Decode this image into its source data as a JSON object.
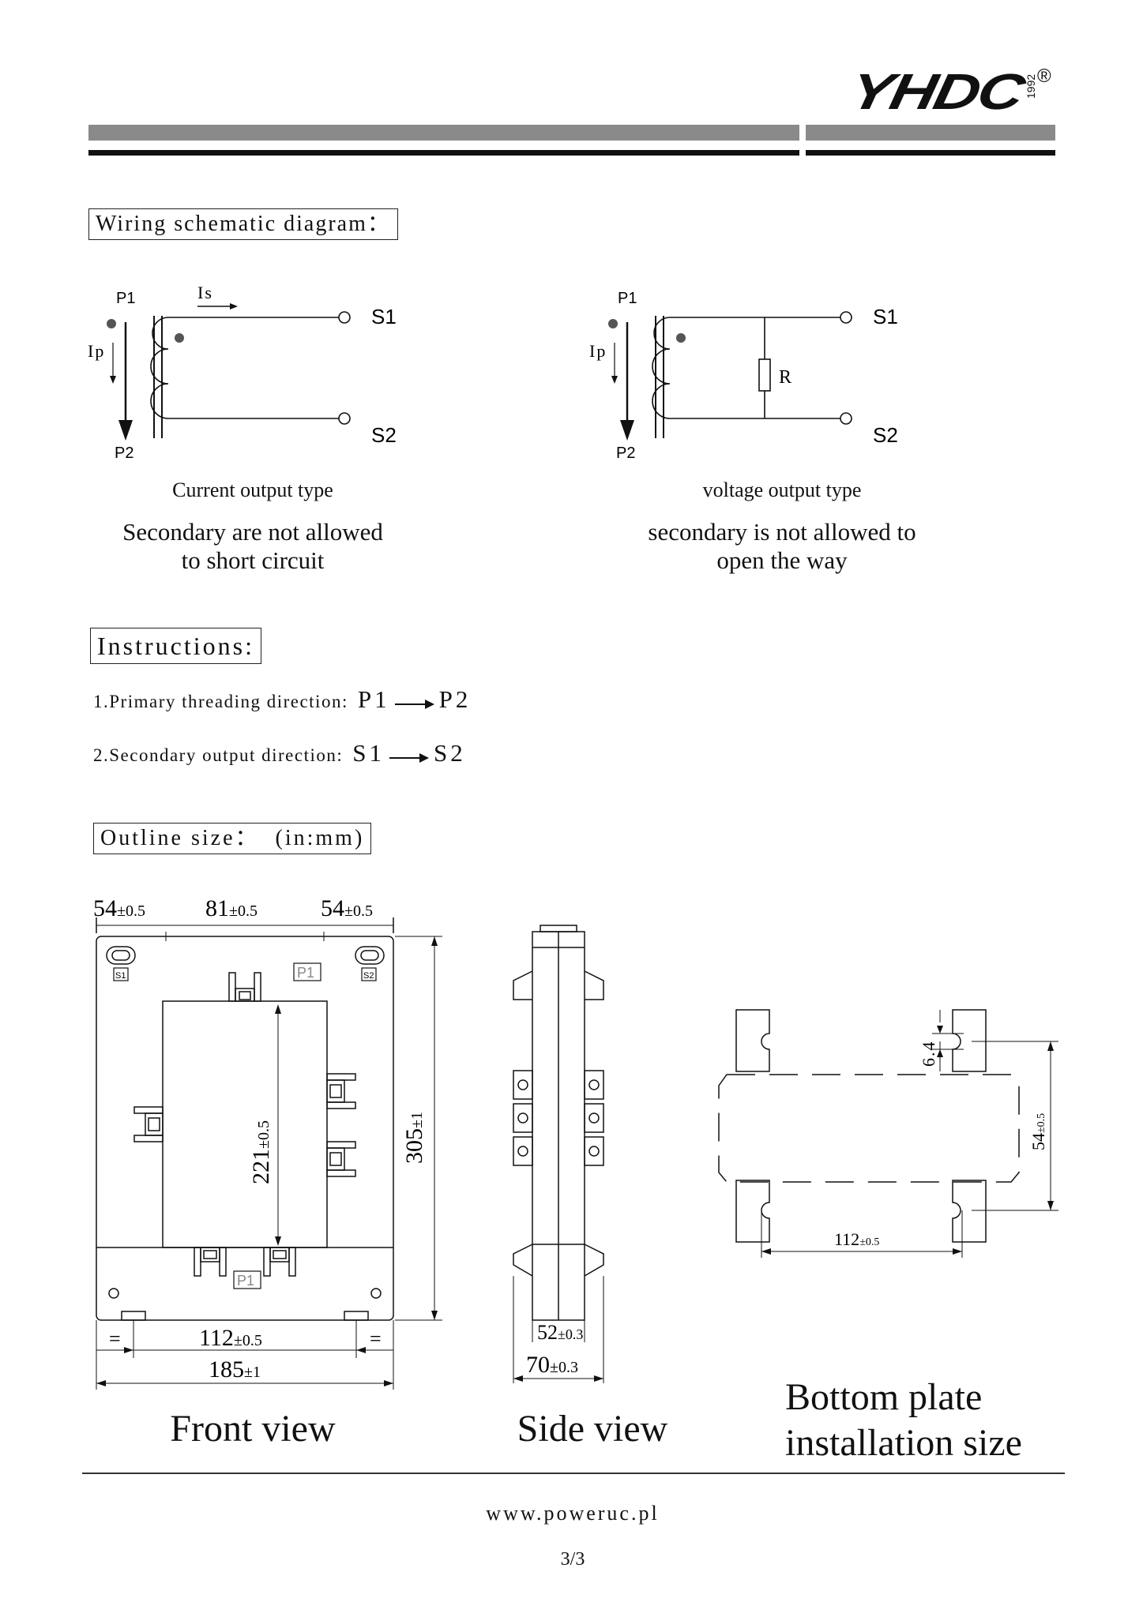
{
  "header": {
    "logo_text": "YHDC",
    "logo_year": "1992",
    "registered_mark": "®",
    "bar_color_gray": "#8a8a8a",
    "bar_color_black": "#111111"
  },
  "wiring": {
    "section_label": "Wiring schematic diagram：",
    "current": {
      "p1": "P1",
      "p2": "P2",
      "is": "Is",
      "ip": "Ip",
      "s1": "S1",
      "s2": "S2",
      "type_label": "Current output type",
      "note_line1": "Secondary are not allowed",
      "note_line2": "to short circuit"
    },
    "voltage": {
      "p1": "P1",
      "p2": "P2",
      "ip": "Ip",
      "s1": "S1",
      "s2": "S2",
      "r": "R",
      "type_label": "voltage output type",
      "note_line1": "secondary is not allowed to",
      "note_line2": "open the way"
    }
  },
  "instructions": {
    "section_label": "Instructions:",
    "item1_text": "1.Primary threading direction:",
    "item1_from": "P1",
    "item1_to": "P2",
    "item2_text": "2.Secondary output direction:",
    "item2_from": "S1",
    "item2_to": "S2"
  },
  "outline": {
    "section_label": "Outline size：  (in:mm)",
    "front": {
      "dim_top_left": "54",
      "dim_top_left_tol": "±0.5",
      "dim_top_mid": "81",
      "dim_top_mid_tol": "±0.5",
      "dim_top_right": "54",
      "dim_top_right_tol": "±0.5",
      "dim_height": "305",
      "dim_height_tol": "±1",
      "dim_inner": "221",
      "dim_inner_tol": "±0.5",
      "dim_bottom_inner": "112",
      "dim_bottom_inner_tol": "±0.5",
      "dim_bottom_total": "185",
      "dim_bottom_total_tol": "±1",
      "eq_left": "=",
      "eq_right": "=",
      "label_s1": "S1",
      "label_s2": "S2",
      "label_p1_top": "P1",
      "label_p1_bottom": "P1",
      "caption": "Front view"
    },
    "side": {
      "dim_inner": "52",
      "dim_inner_tol": "±0.3",
      "dim_total": "70",
      "dim_total_tol": "±0.3",
      "caption": "Side view"
    },
    "bottom": {
      "dim_slot": "6.4",
      "dim_height": "54",
      "dim_height_tol": "±0.5",
      "dim_width": "112",
      "dim_width_tol": "±0.5",
      "caption_line1": "Bottom plate",
      "caption_line2": "installation size"
    }
  },
  "footer": {
    "url": "www.poweruc.pl",
    "page_number": "3/3"
  }
}
